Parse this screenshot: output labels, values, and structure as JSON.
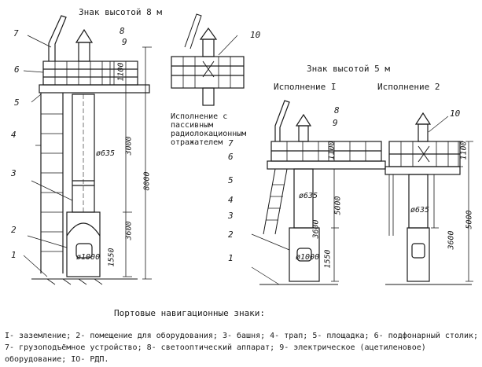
{
  "headings": {
    "sign_8m": "Знак высотой 8 м",
    "sign_5m": "Знак высотой 5 м",
    "variant_1": "Исполнение I",
    "variant_2": "Исполнение 2",
    "reflector_note": "Исполнение с пассивным радиолокационным отражателем"
  },
  "callouts": [
    "1",
    "2",
    "3",
    "4",
    "5",
    "6",
    "7",
    "8",
    "9",
    "10"
  ],
  "dimensions": {
    "d635": "ø635",
    "d1000": "ø1000",
    "h1100": "1100",
    "h3000": "3000",
    "h8000": "8000",
    "h3600": "3600",
    "h1550": "1550",
    "h5000": "5000"
  },
  "caption": "Портовые навигационные знаки:",
  "legend": "I- заземление; 2- помещение для оборудования; 3- башня; 4- трап; 5- площадка; 6- подфонарный столик; 7- грузоподъёмное устройство; 8- светооптический аппарат; 9- электрическое (ацетиленовое) оборудование; IO- РДП."
}
